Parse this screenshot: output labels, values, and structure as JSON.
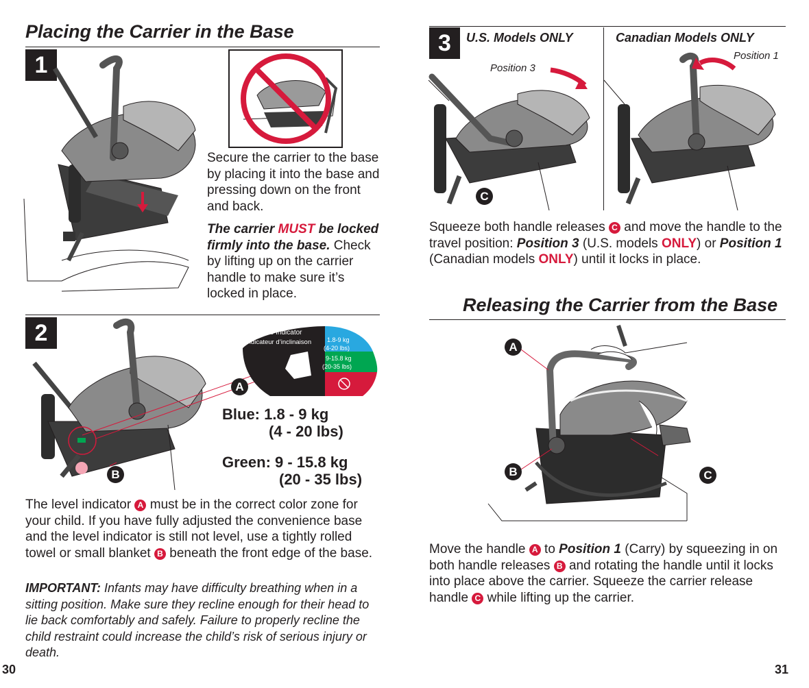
{
  "left": {
    "title": "Placing the Carrier in the Base",
    "step1": {
      "number": "1",
      "text1": "Secure the carrier to the base by placing it into the base and pressing down on the front and back.",
      "warn_a": "The carrier ",
      "warn_must": "MUST",
      "warn_b": " be locked firmly into the base.",
      "warn_c": " Check by lifting up on the carrier handle to make sure it’s locked in place."
    },
    "step2": {
      "number": "2",
      "indicator_title": "Recline Indicator",
      "indicator_subtitle": "Indicateur d’inclinaison",
      "zone_blue_1": "1.8-9 kg",
      "zone_blue_2": "(4-20 lbs)",
      "zone_green_1": "9-15.8 kg",
      "zone_green_2": "(20-35 lbs)",
      "callout_a": "A",
      "callout_b": "B",
      "blue_label": "Blue: 1.8 - 9 kg",
      "blue_lbs": "(4 - 20 lbs)",
      "green_label": "Green: 9 - 15.8 kg",
      "green_lbs": "(20 - 35 lbs)",
      "p1_a": "The level indicator ",
      "p1_b": " must be in the correct color zone for your child. If you have fully adjusted the convenience base and the level indicator is still not level, use a tightly rolled towel or small blanket ",
      "p1_c": " beneath the front edge of the base.",
      "important_label": "IMPORTANT:",
      "important_text": " Infants may have difficulty breathing when in a sitting position. Make sure they recline enough for their head to lie back comfortably and safely. Failure to properly recline the child restraint could increase the child’s risk of serious injury or death."
    },
    "page_number": "30"
  },
  "right": {
    "step3": {
      "number": "3",
      "us_label": "U.S. Models ONLY",
      "ca_label": "Canadian Models ONLY",
      "pos3": "Position 3",
      "pos1": "Position 1",
      "callout_c": "C",
      "p_a": "Squeeze both handle releases ",
      "p_b": " and move the handle to the travel position: ",
      "p_pos3": "Position 3",
      "p_c": " (U.S. models ",
      "p_only1": "ONLY",
      "p_d": ") or ",
      "p_pos1": "Position 1",
      "p_e": " (Canadian models ",
      "p_only2": "ONLY",
      "p_f": ") until it locks in place."
    },
    "release": {
      "title": "Releasing the Carrier from the Base",
      "callout_a": "A",
      "callout_b": "B",
      "callout_c": "C",
      "p_a": "Move the handle ",
      "p_b": " to ",
      "p_pos1": "Position 1",
      "p_c": " (Carry) by squeezing in on both handle releases ",
      "p_d": " and rotating the handle until it locks into place above the carrier. Squeeze the carrier release handle ",
      "p_e": " while lifting up the carrier."
    },
    "page_number": "31"
  },
  "markers": {
    "a": "A",
    "b": "B",
    "c": "C"
  },
  "colors": {
    "accent_red": "#d61a3c",
    "zone_blue": "#29a8e0",
    "zone_green": "#00a651",
    "zone_red": "#d61a3c",
    "ink": "#231f20"
  }
}
